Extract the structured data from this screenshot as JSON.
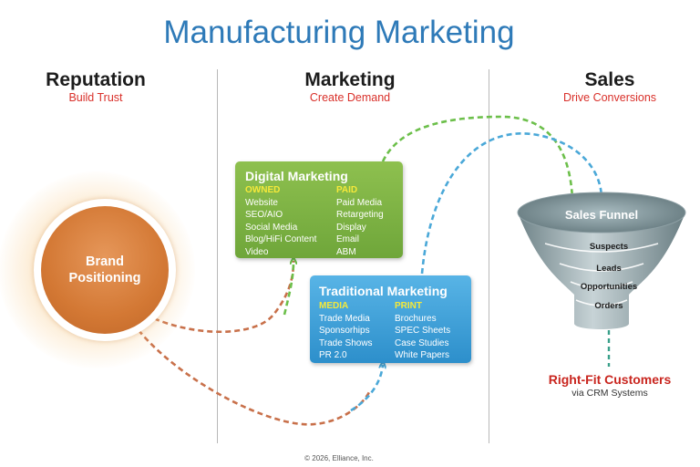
{
  "title": "Manufacturing Marketing",
  "columns": [
    {
      "title": "Reputation",
      "subtitle": "Build Trust"
    },
    {
      "title": "Marketing",
      "subtitle": "Create Demand"
    },
    {
      "title": "Sales",
      "subtitle": "Drive Conversions"
    }
  ],
  "brand": {
    "line1": "Brand",
    "line2": "Positioning"
  },
  "digital": {
    "title": "Digital Marketing",
    "col1": {
      "heading": "OWNED",
      "items": [
        "Website",
        "SEO/AIO",
        "Social Media",
        "Blog/HiFi Content",
        "Video"
      ]
    },
    "col2": {
      "heading": "PAID",
      "items": [
        "Paid Media",
        "Retargeting",
        "Display",
        "Email",
        "ABM"
      ]
    }
  },
  "traditional": {
    "title": "Traditional Marketing",
    "col1": {
      "heading": "MEDIA",
      "items": [
        "Trade Media",
        "Sponsorhips",
        "Trade Shows",
        "PR 2.0"
      ]
    },
    "col2": {
      "heading": "PRINT",
      "items": [
        "Brochures",
        "SPEC Sheets",
        "Case Studies",
        "White Papers"
      ]
    }
  },
  "funnel": {
    "title": "Sales Funnel",
    "stages": [
      "Suspects",
      "Leads",
      "Opportunities",
      "Orders"
    ]
  },
  "result": {
    "title": "Right-Fit Customers",
    "subtitle": "via CRM Systems"
  },
  "copyright": "© 2026, Elliance, Inc.",
  "colors": {
    "title_blue": "#2e7ab8",
    "subtitle_red": "#d9302a",
    "digital_green": "#7ab344",
    "traditional_blue": "#3a9bd5",
    "brand_orange": "#d37834",
    "arrow_green": "#6cbf4a",
    "arrow_blue": "#4aa8d8",
    "arrow_orange": "#c8704a",
    "funnel_gray": "#8c9ea4"
  }
}
